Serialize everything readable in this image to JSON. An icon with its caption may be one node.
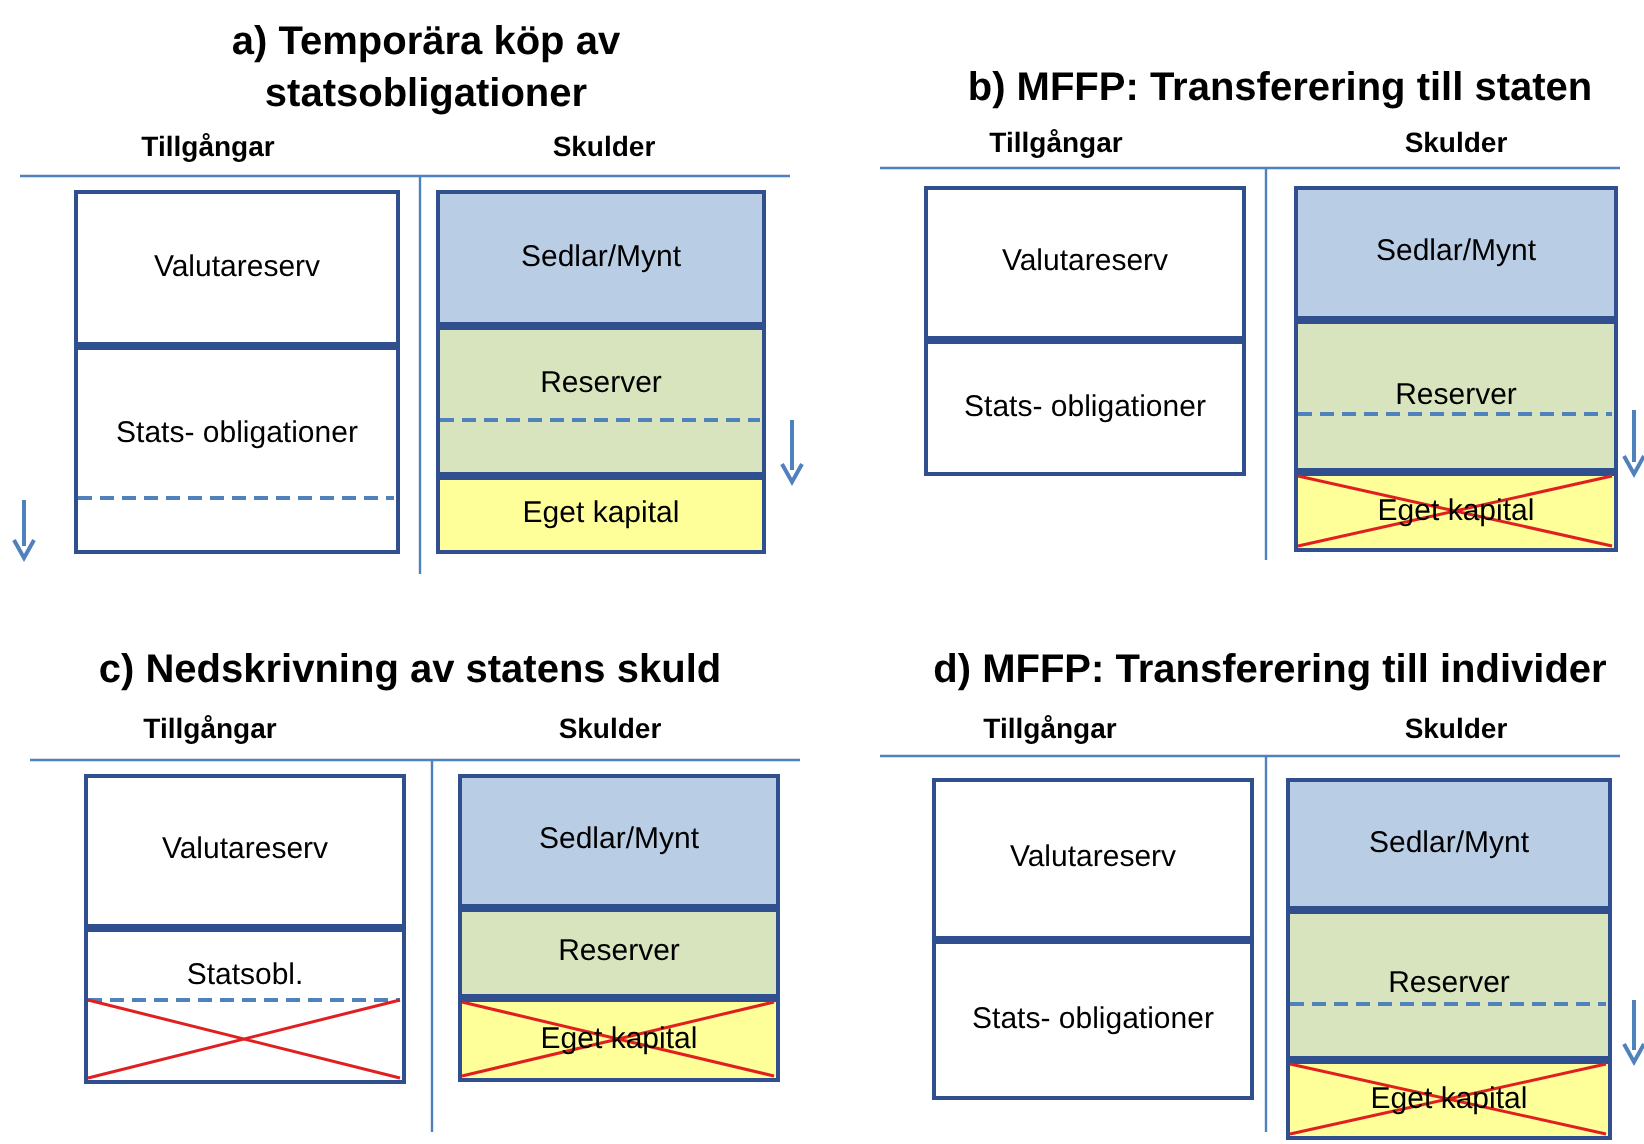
{
  "diagram": {
    "nodes": [
      {
        "text": [
          "Valutareserv"
        ]
      },
      {
        "text": [
          "Stats- obligationer"
        ]
      },
      {
        "text": [
          "Sedlar/Mynt"
        ]
      },
      {
        "text": [
          "Reserver"
        ]
      },
      {
        "text": [
          "Eget kapital"
        ]
      },
      {
        "text": [
          "Valutareserv"
        ]
      },
      {
        "text": [
          "Stats- obligationer"
        ]
      },
      {
        "text": [
          "Sedlar/Mynt"
        ]
      },
      {
        "text": [
          "Reserver"
        ]
      },
      {
        "text": [
          "Eget kapital"
        ]
      },
      {
        "text": [
          "Valutareserv"
        ]
      },
      {
        "text": [
          "Statsobl."
        ]
      },
      {
        "text": [
          "Sedlar/Mynt"
        ]
      },
      {
        "text": [
          "Reserver"
        ]
      },
      {
        "text": [
          "Eget kapital"
        ]
      },
      {
        "text": [
          "Valutareserv"
        ]
      },
      {
        "text": [
          "Stats- obligationer"
        ]
      },
      {
        "text": [
          "Sedlar/Mynt"
        ]
      },
      {
        "text": [
          "Reserver"
        ]
      },
      {
        "text": [
          "Eget kapital"
        ]
      }
    ],
    "labels": [
      "a) Temporära köp av statsobligationer",
      "Tillgångar",
      "Skulder",
      "b) MFFP: Transferering till staten",
      "Tillgångar",
      "Skulder",
      "c) Nedskrivning av statens skuld",
      "Tillgångar",
      "Skulder",
      "d) MFFP: Transferering till individer",
      "Tillgångar",
      "Skulder"
    ]
  }
}
